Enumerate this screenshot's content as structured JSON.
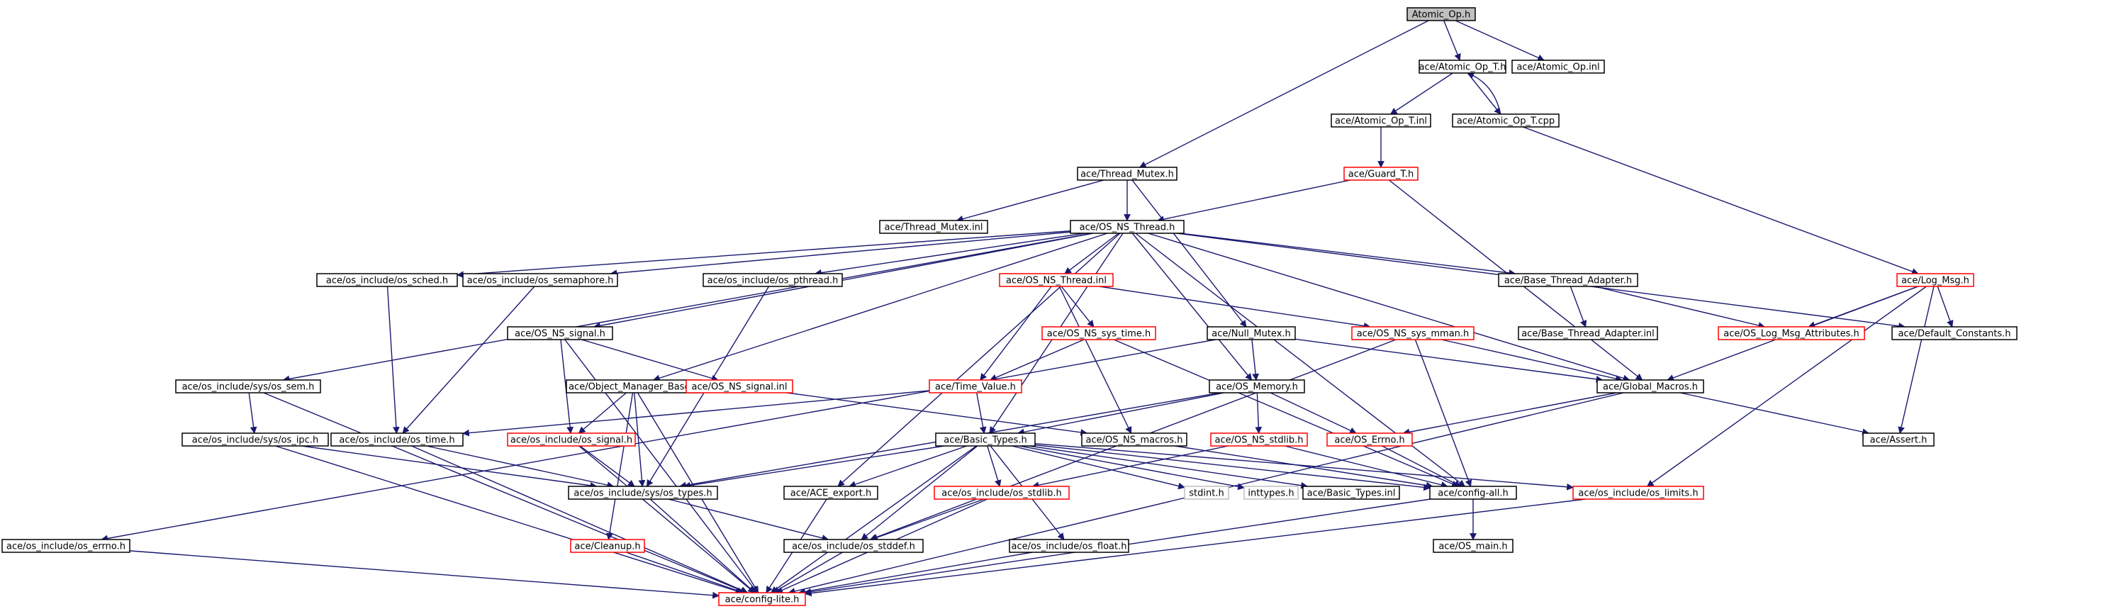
{
  "colors": {
    "edge": "#191970",
    "node_border_default": "#000000",
    "node_border_external": "#ff0000",
    "node_border_system": "#bfbfbf",
    "root_fill": "#bfbfbf",
    "text": "#000000"
  },
  "nodes": [
    {
      "id": "atomic_op_h",
      "label": "Atomic_Op.h",
      "kind": "root"
    },
    {
      "id": "atomic_op_t_h",
      "label": "ace/Atomic_Op_T.h",
      "kind": "default"
    },
    {
      "id": "atomic_op_inl",
      "label": "ace/Atomic_Op.inl",
      "kind": "default"
    },
    {
      "id": "atomic_op_t_inl",
      "label": "ace/Atomic_Op_T.inl",
      "kind": "default"
    },
    {
      "id": "atomic_op_t_cpp",
      "label": "ace/Atomic_Op_T.cpp",
      "kind": "default"
    },
    {
      "id": "thread_mutex_h",
      "label": "ace/Thread_Mutex.h",
      "kind": "default"
    },
    {
      "id": "guard_t_h",
      "label": "ace/Guard_T.h",
      "kind": "external"
    },
    {
      "id": "thread_mutex_inl",
      "label": "ace/Thread_Mutex.inl",
      "kind": "default"
    },
    {
      "id": "os_ns_thread_h",
      "label": "ace/OS_NS_Thread.h",
      "kind": "default"
    },
    {
      "id": "log_msg_h",
      "label": "ace/Log_Msg.h",
      "kind": "external"
    },
    {
      "id": "os_sched_h",
      "label": "ace/os_include/os_sched.h",
      "kind": "default"
    },
    {
      "id": "os_semaphore_h",
      "label": "ace/os_include/os_semaphore.h",
      "kind": "default"
    },
    {
      "id": "os_pthread_h",
      "label": "ace/os_include/os_pthread.h",
      "kind": "default"
    },
    {
      "id": "os_ns_thread_inl",
      "label": "ace/OS_NS_Thread.inl",
      "kind": "external"
    },
    {
      "id": "base_thread_adapter_h",
      "label": "ace/Base_Thread_Adapter.h",
      "kind": "default"
    },
    {
      "id": "os_ns_signal_h",
      "label": "ace/OS_NS_signal.h",
      "kind": "default"
    },
    {
      "id": "os_ns_sys_time_h",
      "label": "ace/OS_NS_sys_time.h",
      "kind": "external"
    },
    {
      "id": "null_mutex_h",
      "label": "ace/Null_Mutex.h",
      "kind": "default"
    },
    {
      "id": "os_ns_sys_mman_h",
      "label": "ace/OS_NS_sys_mman.h",
      "kind": "external"
    },
    {
      "id": "base_thread_adapter_inl",
      "label": "ace/Base_Thread_Adapter.inl",
      "kind": "default"
    },
    {
      "id": "os_log_msg_attributes_h",
      "label": "ace/OS_Log_Msg_Attributes.h",
      "kind": "external"
    },
    {
      "id": "default_constants_h",
      "label": "ace/Default_Constants.h",
      "kind": "default"
    },
    {
      "id": "os_sys_os_sem_h",
      "label": "ace/os_include/sys/os_sem.h",
      "kind": "default"
    },
    {
      "id": "object_manager_base_h",
      "label": "ace/Object_Manager_Base.h",
      "kind": "default"
    },
    {
      "id": "os_ns_signal_inl",
      "label": "ace/OS_NS_signal.inl",
      "kind": "external"
    },
    {
      "id": "time_value_h",
      "label": "ace/Time_Value.h",
      "kind": "external"
    },
    {
      "id": "os_memory_h",
      "label": "ace/OS_Memory.h",
      "kind": "default"
    },
    {
      "id": "global_macros_h",
      "label": "ace/Global_Macros.h",
      "kind": "default"
    },
    {
      "id": "os_sys_os_ipc_h",
      "label": "ace/os_include/sys/os_ipc.h",
      "kind": "default"
    },
    {
      "id": "os_time_h",
      "label": "ace/os_include/os_time.h",
      "kind": "default"
    },
    {
      "id": "os_signal_h",
      "label": "ace/os_include/os_signal.h",
      "kind": "external"
    },
    {
      "id": "basic_types_h",
      "label": "ace/Basic_Types.h",
      "kind": "default"
    },
    {
      "id": "os_ns_macros_h",
      "label": "ace/OS_NS_macros.h",
      "kind": "default"
    },
    {
      "id": "os_ns_stdlib_h",
      "label": "ace/OS_NS_stdlib.h",
      "kind": "external"
    },
    {
      "id": "os_errno_ace_h",
      "label": "ace/OS_Errno.h",
      "kind": "external"
    },
    {
      "id": "assert_h",
      "label": "ace/Assert.h",
      "kind": "default"
    },
    {
      "id": "os_sys_os_types_h",
      "label": "ace/os_include/sys/os_types.h",
      "kind": "default"
    },
    {
      "id": "ace_export_h",
      "label": "ace/ACE_export.h",
      "kind": "default"
    },
    {
      "id": "os_stdlib_h",
      "label": "ace/os_include/os_stdlib.h",
      "kind": "external"
    },
    {
      "id": "stdint_h",
      "label": "stdint.h",
      "kind": "system"
    },
    {
      "id": "inttypes_h",
      "label": "inttypes.h",
      "kind": "system"
    },
    {
      "id": "basic_types_inl",
      "label": "ace/Basic_Types.inl",
      "kind": "default"
    },
    {
      "id": "config_all_h",
      "label": "ace/config-all.h",
      "kind": "default"
    },
    {
      "id": "os_limits_h",
      "label": "ace/os_include/os_limits.h",
      "kind": "external"
    },
    {
      "id": "os_errno_h",
      "label": "ace/os_include/os_errno.h",
      "kind": "default"
    },
    {
      "id": "cleanup_h",
      "label": "ace/Cleanup.h",
      "kind": "external"
    },
    {
      "id": "os_stddef_h",
      "label": "ace/os_include/os_stddef.h",
      "kind": "default"
    },
    {
      "id": "os_float_h",
      "label": "ace/os_include/os_float.h",
      "kind": "default"
    },
    {
      "id": "os_main_h",
      "label": "ace/OS_main.h",
      "kind": "default"
    },
    {
      "id": "config_lite_h",
      "label": "ace/config-lite.h",
      "kind": "external"
    }
  ]
}
